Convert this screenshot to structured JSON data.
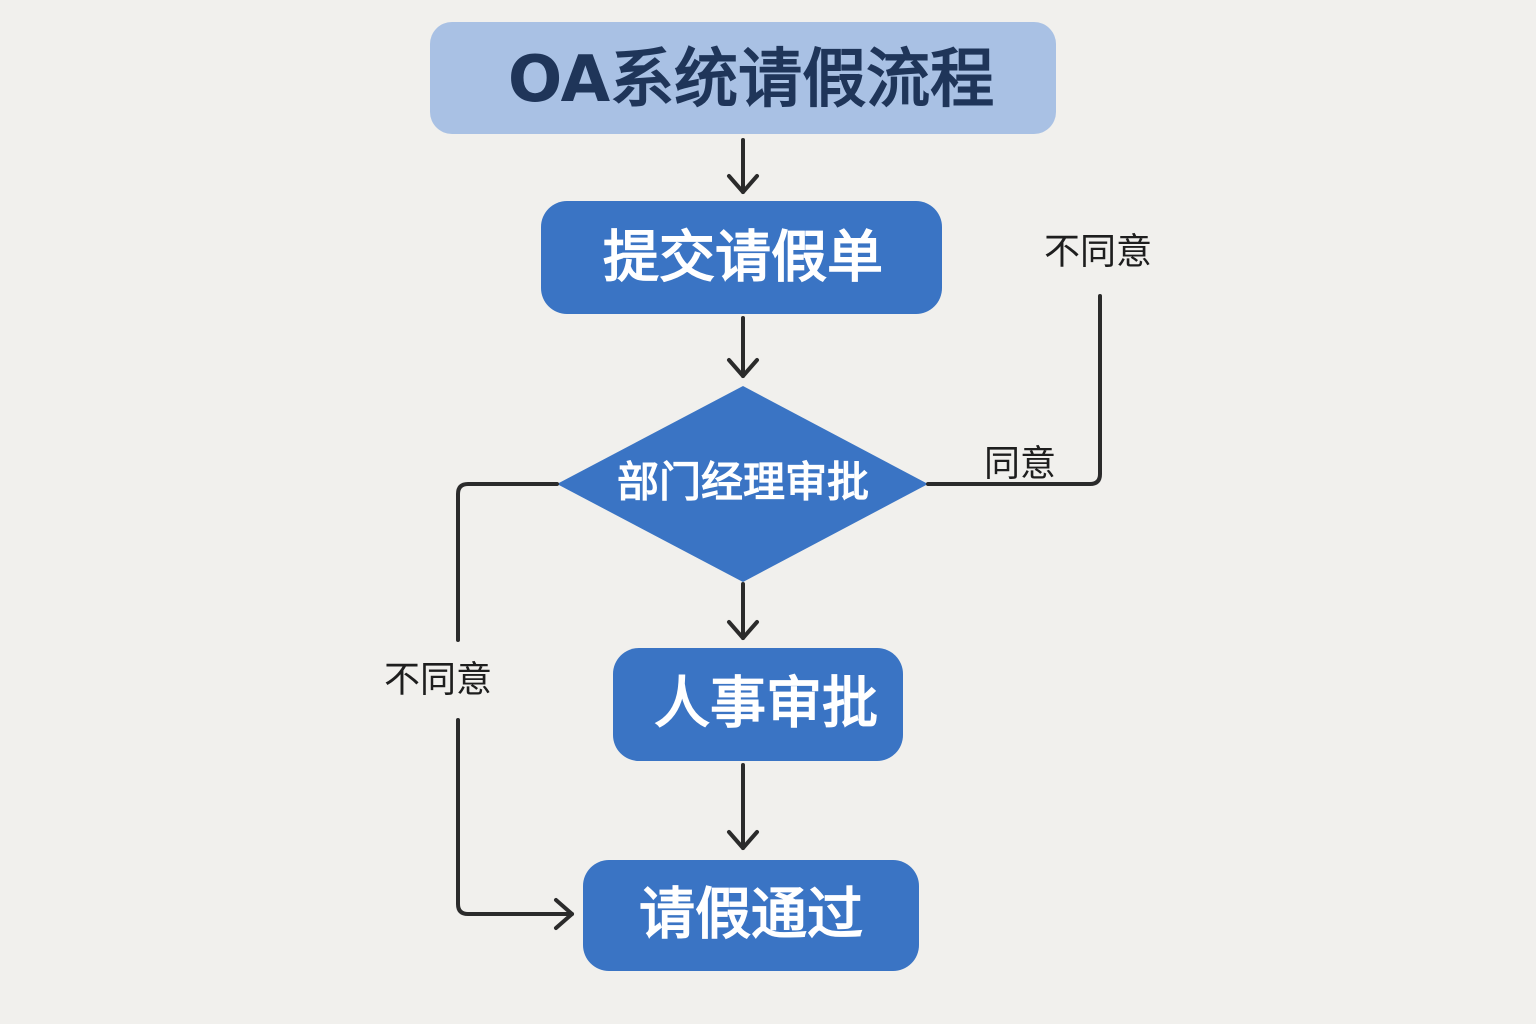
{
  "diagram": {
    "title": "OA系统请假流程",
    "nodes": {
      "submit": "提交请假单",
      "manager": "部门经理审批",
      "hr": "人事审批",
      "approved": "请假通过"
    },
    "edges": {
      "agree": "同意",
      "disagree_right": "不同意",
      "disagree_left": "不同意"
    },
    "colors": {
      "background": "#f1f0ed",
      "title_box": "#a9c1e4",
      "title_text": "#1f3559",
      "node_fill": "#3a74c4",
      "node_text": "#ffffff",
      "connector": "#2b2b2b"
    }
  }
}
